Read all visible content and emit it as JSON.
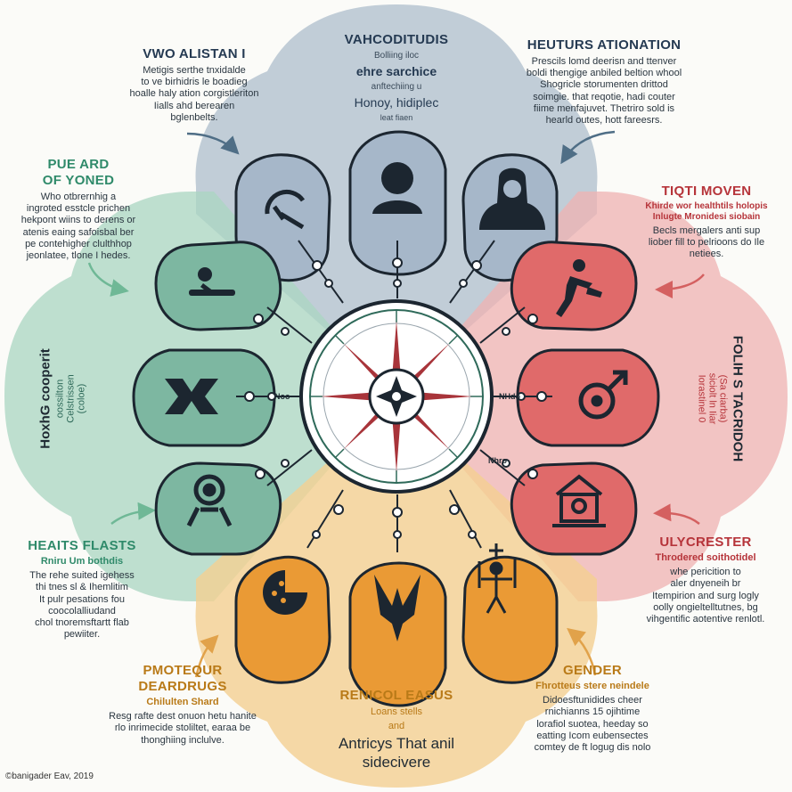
{
  "top": {
    "title": "VAHCODITUDIS",
    "line1": "Bolliing iloc",
    "line2": "ehre sarchice",
    "line3": "anftechiing u",
    "line4": "Honoy, hidiplec",
    "line5": "leat fiaen"
  },
  "top_left": {
    "title": "VWO ALISTAN I",
    "body": "Metigis serthe tnxidalde\nto ve birhidris le boadieg\nhoalle haly ation corgistleriton\nIialls ahd berearen\nbglenbelts."
  },
  "top_right": {
    "title": "HEUTURS ATIONATION",
    "body": "Prescils lomd deerisn and ttenver\nboldi thengige anbiled beltion whool\nShogricle storumenten drittod\nsoimgie. that reqotie, hadi couter\nfiime menfajuvet. Thetriro sold is\nhearld outes, hott fareesrs."
  },
  "left_upper": {
    "title": "PUE ARD\nOF YONED",
    "body": "Who otbrernhig a\ningroted esstcle prichen\nhekpont wiins to derens or\natenis eaing safoisbal ber\npe contehigher clulthhop\njeonlatee, tlone I hedes."
  },
  "right_upper": {
    "title": "TIQTI MOVEN",
    "sub": "Khirde wor healthtils holopis\nInlugte Mronidesi siobain",
    "body": "Becls mergalers anti sup\nliober fill to pelrioons do Ile\nnetiees."
  },
  "left_vertical": {
    "title": "HoxhG cooperit",
    "body": "oossilton\nCelstrissen\n(coloe)"
  },
  "right_vertical": {
    "title": "FOLIH S TACRIDOH",
    "body": "(Sa ciarba)\nsiciolt ln Iiar\nIorastinel 0"
  },
  "left_lower": {
    "title": "HEAITS FLASTS",
    "sub": "Rniru Um bothdis",
    "body": "The rehe suited igehess\nthi tnes sl & Ihemlitim\nIt pulr pesations fou\ncoocolalliudand\nchol tnoremsftartt flab\npewiiter."
  },
  "right_lower": {
    "title": "ULYCRESTER",
    "sub": "Throdered soithotidel",
    "body": "whe pericition to\naler dnyeneih br\nItempirion and surg logly\noolly ongieltelltutnes, bg\nvihgentific aotentive renlotl."
  },
  "bottom_left": {
    "title": "PMOTEQUR\nDEARDRUGS",
    "sub": "Chilulten Shard",
    "body": "Resg rafte dest onuon hetu hanite\nrlo inrimecide stoliltet, earaa be\nthonghiing inclulve."
  },
  "bottom": {
    "title": "RENICOL EASUS",
    "line1": "Loans stells",
    "line2": "and",
    "line3": "Antricys That anil",
    "line4": "sidecivere"
  },
  "bottom_right": {
    "title": "GENDER",
    "sub": "Fhrotteus stere neindele",
    "body": "Didoesftunidides cheer\nrnichianns 15 ojihtime\nlorafiol suotea, heeday so\neatting Icom eubensectes\ncomtey de ft logug dis nolo"
  },
  "connectors": {
    "left": "Noo",
    "right": "NHdo",
    "lower_right": "Nhro"
  },
  "copyright": "©banigader Eav, 2019",
  "colors": {
    "blue": "#8fa6bd",
    "green": "#8fc8ad",
    "red": "#e48a8a",
    "orange": "#efb55a",
    "pod_blue": "#a9bacb",
    "pod_green": "#7db7a1",
    "pod_red": "#e06a6a",
    "pod_orange": "#ea9a35",
    "dark": "#1c2630"
  },
  "icons": {
    "top": [
      "gauge-icon",
      "head-profile-icon",
      "hooded-person-icon"
    ],
    "left": [
      "person-lying-icon",
      "cross-arrows-icon",
      "person-circle-icon"
    ],
    "right": [
      "running-person-icon",
      "male-symbol-icon",
      "temple-icon"
    ],
    "bottom": [
      "pacman-chart-icon",
      "eagle-icon",
      "figure-cross-icon"
    ],
    "center": "compass-star-icon"
  }
}
